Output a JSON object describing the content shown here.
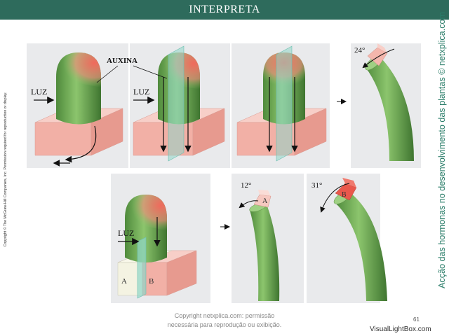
{
  "header": {
    "title": "INTERPRETA",
    "bg": "#2e6b5c"
  },
  "copyright_left": "Copyright © The McGraw-Hill Companies, Inc. Permission required for reproduction or display.",
  "side_credit": "Acção das hormonas no desenvolvimento das plantas © netxplica.com",
  "labels": {
    "auxina": "AUXINA",
    "luz_1": "LUZ",
    "luz_2": "LUZ",
    "luz_3": "LUZ",
    "angle_1": "24°",
    "angle_2": "12°",
    "angle_3": "31°",
    "block_a": "A",
    "block_b": "B",
    "cap_a": "A",
    "cap_b": "B"
  },
  "footer": {
    "line1": "Copyright netxplica.com: permissão",
    "line2": "necessária para reprodução ou exibição."
  },
  "page_number": "61",
  "watermark": "VisualLightBox.com",
  "colors": {
    "stem_green": "#6aa84f",
    "auxin_red": "#e8675a",
    "block_pink": "#f2b8b0",
    "glass": "#8fd6c8",
    "panel_bg": "#e9eaec"
  }
}
